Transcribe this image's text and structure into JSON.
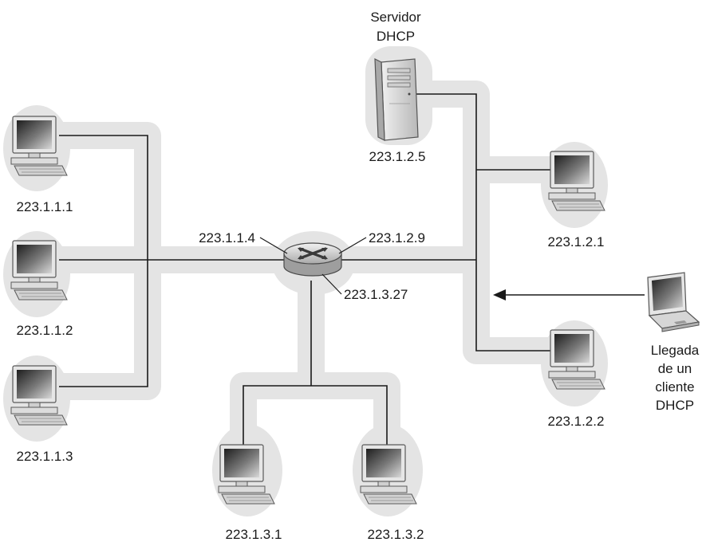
{
  "colors": {
    "background": "#ffffff",
    "halo": "#e4e4e4",
    "line": "#1a1a1a",
    "screen": "#3a3a3a",
    "device_body": "#e2e2e2"
  },
  "server": {
    "title_line1": "Servidor",
    "title_line2": "DHCP",
    "address": "223.1.2.5",
    "icon": "server-tower-icon"
  },
  "router": {
    "icon": "router-icon",
    "interfaces": {
      "subnet1": "223.1.1.4",
      "subnet2": "223.1.2.9",
      "subnet3": "223.1.3.27"
    }
  },
  "hosts": {
    "h111": "223.1.1.1",
    "h112": "223.1.1.2",
    "h113": "223.1.1.3",
    "h121": "223.1.2.1",
    "h122": "223.1.2.2",
    "h131": "223.1.3.1",
    "h132": "223.1.3.2"
  },
  "new_client": {
    "icon": "laptop-icon",
    "caption": [
      "Llegada",
      "de un",
      "cliente",
      "DHCP"
    ]
  }
}
